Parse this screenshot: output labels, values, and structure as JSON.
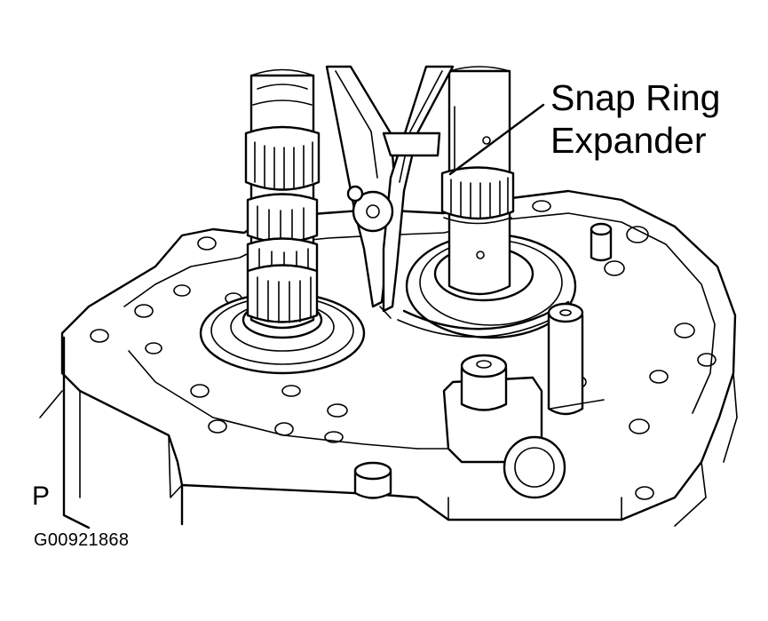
{
  "callouts": [
    {
      "lines": [
        "Snap Ring",
        "Expander"
      ]
    }
  ],
  "view_letter": "P",
  "figure_id": "G00921868",
  "colors": {
    "ink": "#000000",
    "paper": "#ffffff"
  }
}
